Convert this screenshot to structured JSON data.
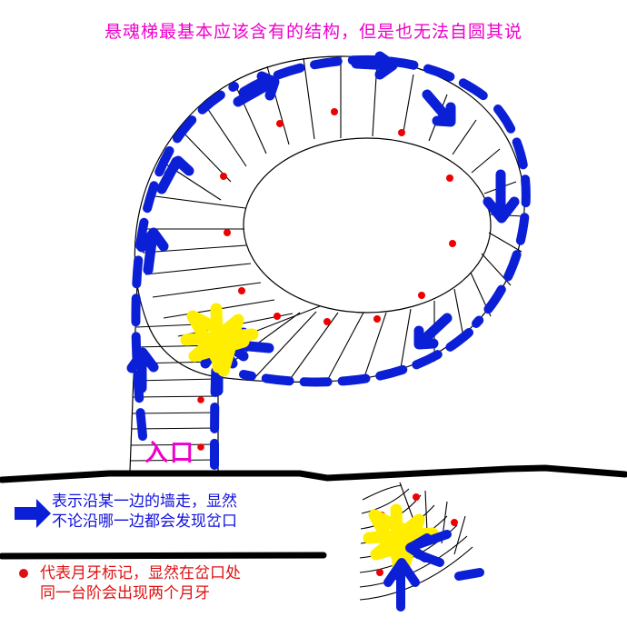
{
  "title": {
    "text": "悬魂梯最基本应该含有的结构，但是也无法自圆其说",
    "color": "#ee00cc"
  },
  "diagram": {
    "entrance_label": "入口",
    "colors": {
      "wall_line": "#000000",
      "step_line": "#000000",
      "arrow_blue": "#0b1fd6",
      "moon_red": "#ee0000",
      "junction_yellow": "#ffee00",
      "entrance_magenta": "#ee00cc",
      "divider_black": "#000000"
    },
    "markers": {
      "junction_star": "yellow-star",
      "moon_mark": "red-dot",
      "direction": "blue-dashed-arrow"
    }
  },
  "legend": [
    {
      "id": "walk-direction",
      "icon": "blue-arrow-icon",
      "icon_color": "#0b1fd6",
      "text": "表示沿某一边的墙走，显然\n不论沿哪一边都会发现岔口",
      "text_color": "#1111dd"
    },
    {
      "id": "moon-mark",
      "icon": "red-dot-icon",
      "icon_color": "#dd1111",
      "text": "代表月牙标记，显然在岔口处\n同一台阶会出现两个月牙",
      "text_color": "#dd1111"
    }
  ],
  "inset": {
    "caption": "",
    "description": "junction-detail"
  }
}
